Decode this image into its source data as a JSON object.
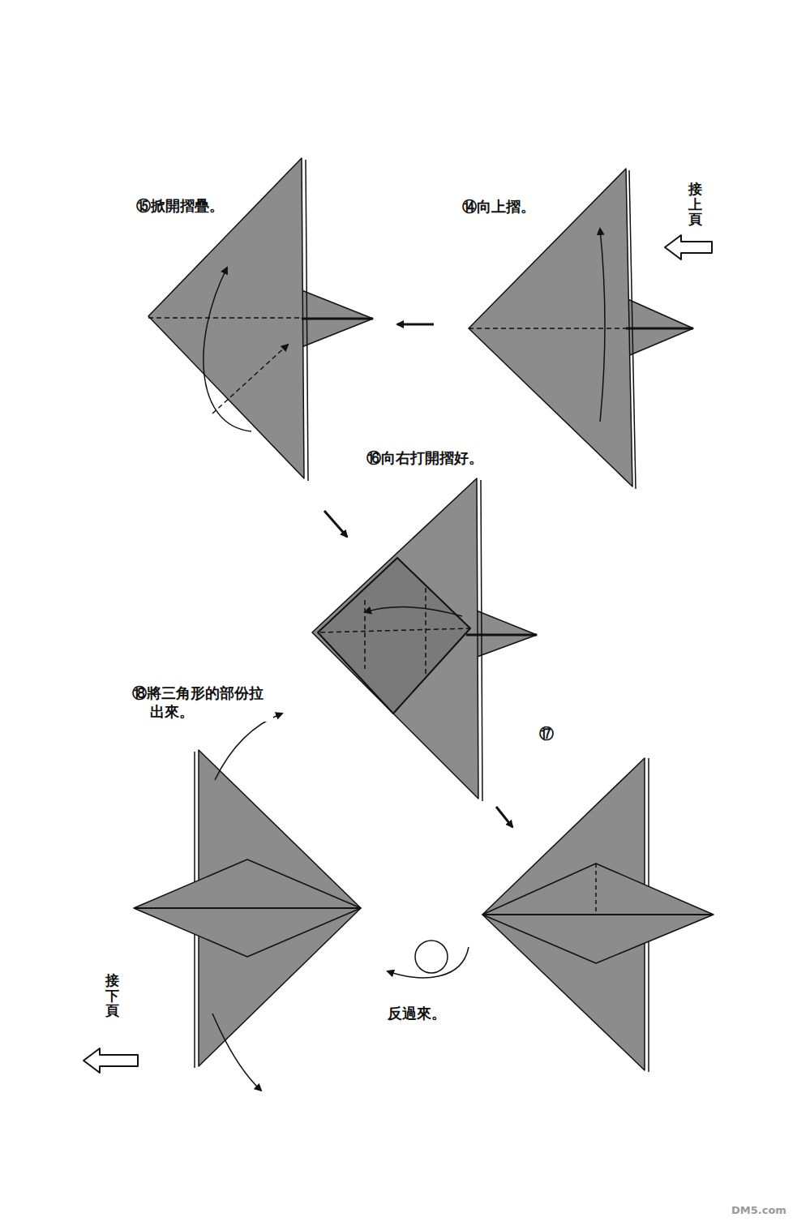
{
  "diagram": {
    "labels": [
      "⑮掀開摺疊。",
      "⑭向上摺。",
      "接上頁",
      "⑯向右打開摺好。",
      "⑱將三角形的部份拉出來。",
      "⑰",
      "反過來。",
      "接下頁",
      "DM5.com"
    ]
  }
}
